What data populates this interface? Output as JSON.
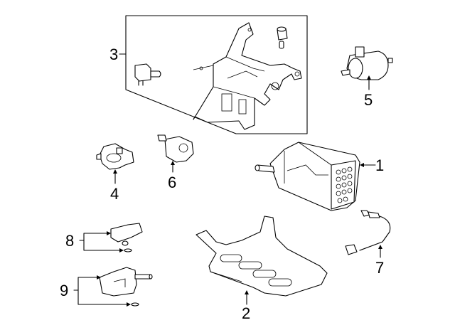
{
  "diagram": {
    "type": "exploded parts diagram",
    "line_color": "#000000",
    "background": "#ffffff",
    "callouts": [
      {
        "id": "1",
        "label": "1",
        "part": "vapor canister"
      },
      {
        "id": "2",
        "label": "2",
        "part": "canister shield"
      },
      {
        "id": "3",
        "label": "3",
        "part": "bracket assembly with valve and bushings"
      },
      {
        "id": "4",
        "label": "4",
        "part": "valve"
      },
      {
        "id": "5",
        "label": "5",
        "part": "solenoid valve"
      },
      {
        "id": "6",
        "label": "6",
        "part": "valve"
      },
      {
        "id": "7",
        "label": "7",
        "part": "sensor"
      },
      {
        "id": "8",
        "label": "8",
        "part": "sensor with o-ring"
      },
      {
        "id": "9",
        "label": "9",
        "part": "valve with o-ring"
      }
    ]
  }
}
